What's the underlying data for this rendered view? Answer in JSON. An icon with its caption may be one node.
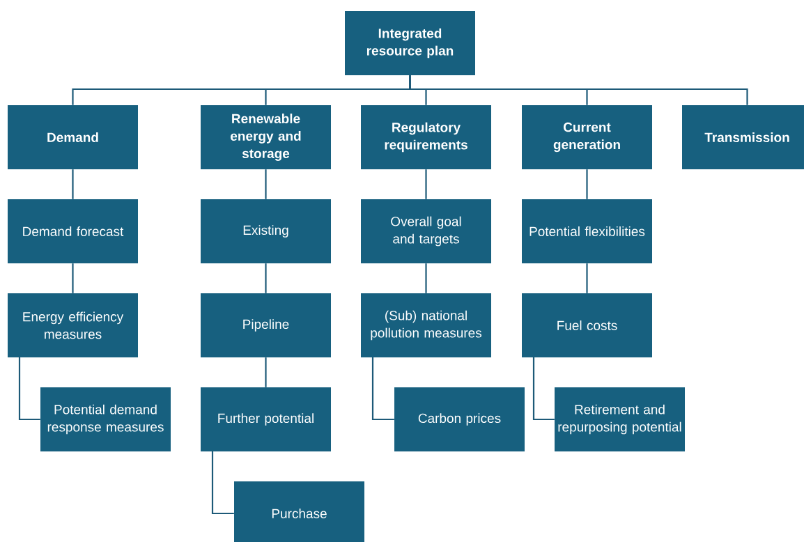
{
  "diagram": {
    "nodes": [
      {
        "text": [
          "Integrated resource plan"
        ]
      },
      {
        "text": [
          "Demand"
        ]
      },
      {
        "text": [
          "Renewable energy and storage"
        ]
      },
      {
        "text": [
          "Regulatory requirements"
        ]
      },
      {
        "text": [
          "Current generation"
        ]
      },
      {
        "text": [
          "Transmission"
        ]
      },
      {
        "text": [
          "Demand forecast"
        ]
      },
      {
        "text": [
          "Energy efficiency measures"
        ]
      },
      {
        "text": [
          "Potential demand response measures"
        ]
      },
      {
        "text": [
          "Existing"
        ]
      },
      {
        "text": [
          "Pipeline"
        ]
      },
      {
        "text": [
          "Further potential"
        ]
      },
      {
        "text": [
          "Purchase"
        ]
      },
      {
        "text": [
          "Overall goal and targets"
        ]
      },
      {
        "text": [
          "(Sub) national pollution measures"
        ]
      },
      {
        "text": [
          "Carbon prices"
        ]
      },
      {
        "text": [
          "Potential flexibilities"
        ]
      },
      {
        "text": [
          "Fuel costs"
        ]
      },
      {
        "text": [
          "Retirement and repurposing potential"
        ]
      }
    ],
    "edges": [
      {
        "from": 0,
        "to": 1,
        "arrow": "none"
      },
      {
        "from": 0,
        "to": 2,
        "arrow": "none"
      },
      {
        "from": 0,
        "to": 3,
        "arrow": "none"
      },
      {
        "from": 0,
        "to": 4,
        "arrow": "none"
      },
      {
        "from": 0,
        "to": 5,
        "arrow": "none"
      },
      {
        "from": 1,
        "to": 6,
        "arrow": "none"
      },
      {
        "from": 6,
        "to": 7,
        "arrow": "none"
      },
      {
        "from": 7,
        "to": 8,
        "arrow": "none"
      },
      {
        "from": 2,
        "to": 9,
        "arrow": "none"
      },
      {
        "from": 9,
        "to": 10,
        "arrow": "none"
      },
      {
        "from": 10,
        "to": 11,
        "arrow": "none"
      },
      {
        "from": 11,
        "to": 12,
        "arrow": "none"
      },
      {
        "from": 3,
        "to": 13,
        "arrow": "none"
      },
      {
        "from": 13,
        "to": 14,
        "arrow": "none"
      },
      {
        "from": 14,
        "to": 15,
        "arrow": "none"
      },
      {
        "from": 4,
        "to": 16,
        "arrow": "none"
      },
      {
        "from": 16,
        "to": 17,
        "arrow": "none"
      },
      {
        "from": 17,
        "to": 18,
        "arrow": "none"
      }
    ]
  }
}
